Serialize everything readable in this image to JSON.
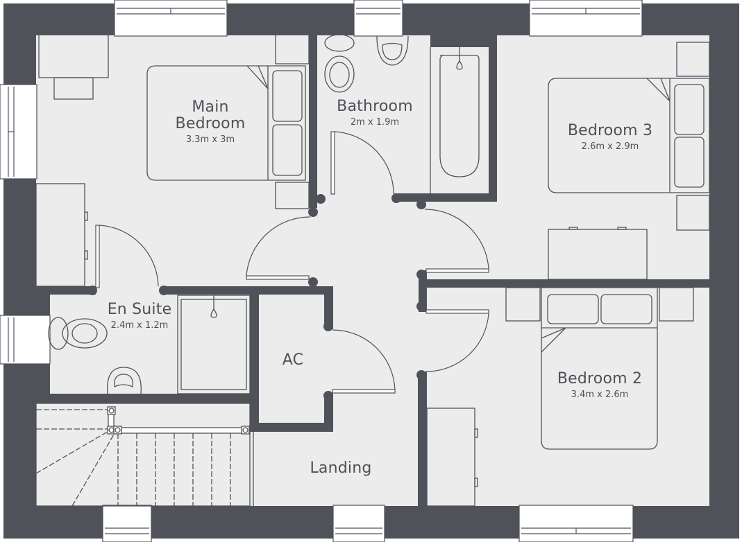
{
  "floorplan": {
    "colors": {
      "wall": "#50525a",
      "floor": "#ececec",
      "line": "#50525a",
      "window": "#ffffff",
      "text": "#4e5057"
    },
    "rooms": [
      {
        "id": "main-bedroom",
        "name": "Main\nBedroom",
        "name_lines": [
          "Main",
          "Bedroom"
        ],
        "dimensions": "3.3m x 3m"
      },
      {
        "id": "bathroom",
        "name": "Bathroom",
        "name_lines": [
          "Bathroom"
        ],
        "dimensions": "2m x 1.9m"
      },
      {
        "id": "bedroom-3",
        "name": "Bedroom 3",
        "name_lines": [
          "Bedroom 3"
        ],
        "dimensions": "2.6m x 2.9m"
      },
      {
        "id": "en-suite",
        "name": "En Suite",
        "name_lines": [
          "En Suite"
        ],
        "dimensions": "2.4m x 1.2m"
      },
      {
        "id": "ac",
        "name": "AC",
        "name_lines": [
          "AC"
        ],
        "dimensions": ""
      },
      {
        "id": "bedroom-2",
        "name": "Bedroom 2",
        "name_lines": [
          "Bedroom 2"
        ],
        "dimensions": "3.4m x 2.6m"
      },
      {
        "id": "landing",
        "name": "Landing",
        "name_lines": [
          "Landing"
        ],
        "dimensions": ""
      }
    ]
  }
}
